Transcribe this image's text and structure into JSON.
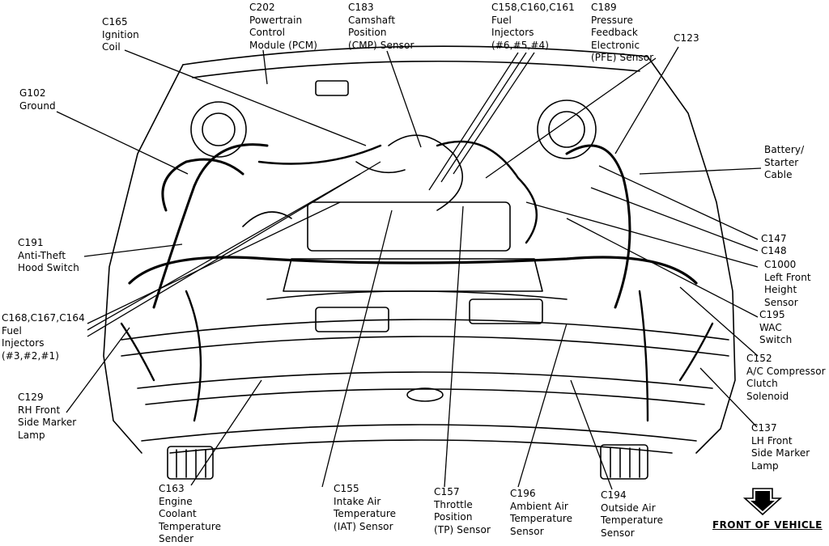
{
  "labels": {
    "c165": [
      "C165",
      "Ignition",
      "Coil"
    ],
    "c202": [
      "C202",
      "Powertrain",
      "Control",
      "Module (PCM)"
    ],
    "c183": [
      "C183",
      "Camshaft",
      "Position",
      "(CMP) Sensor"
    ],
    "c158": [
      "C158,C160,C161",
      "Fuel",
      "Injectors",
      "(#6,#5,#4)"
    ],
    "c189": [
      "C189",
      "Pressure",
      "Feedback",
      "Electronic",
      "(PFE) Sensor"
    ],
    "c123": [
      "C123"
    ],
    "g102": [
      "G102",
      "Ground"
    ],
    "battery": [
      "Battery/",
      "Starter",
      "Cable"
    ],
    "c191": [
      "C191",
      "Anti-Theft",
      "Hood Switch"
    ],
    "c147": [
      "C147"
    ],
    "c148": [
      "C148"
    ],
    "c1000": [
      "C1000",
      "Left Front",
      "Height",
      "Sensor"
    ],
    "c168": [
      "C168,C167,C164",
      "Fuel",
      "Injectors",
      "(#3,#2,#1)"
    ],
    "c195": [
      "C195",
      "WAC",
      "Switch"
    ],
    "c152": [
      "C152",
      "A/C Compressor",
      "Clutch",
      "Solenoid"
    ],
    "c129": [
      "C129",
      "RH Front",
      "Side Marker",
      "Lamp"
    ],
    "c137": [
      "C137",
      "LH Front",
      "Side Marker",
      "Lamp"
    ],
    "c163": [
      "C163",
      "Engine",
      "Coolant",
      "Temperature",
      "Sender"
    ],
    "c155": [
      "C155",
      "Intake Air",
      "Temperature",
      "(IAT) Sensor"
    ],
    "c157": [
      "C157",
      "Throttle",
      "Position",
      "(TP) Sensor"
    ],
    "c196": [
      "C196",
      "Ambient Air",
      "Temperature",
      "Sensor"
    ],
    "c194": [
      "C194",
      "Outside Air",
      "Temperature",
      "Sensor"
    ]
  },
  "footer": {
    "text": "FRONT OF VEHICLE",
    "arrow_icon": "down-arrow-icon"
  }
}
